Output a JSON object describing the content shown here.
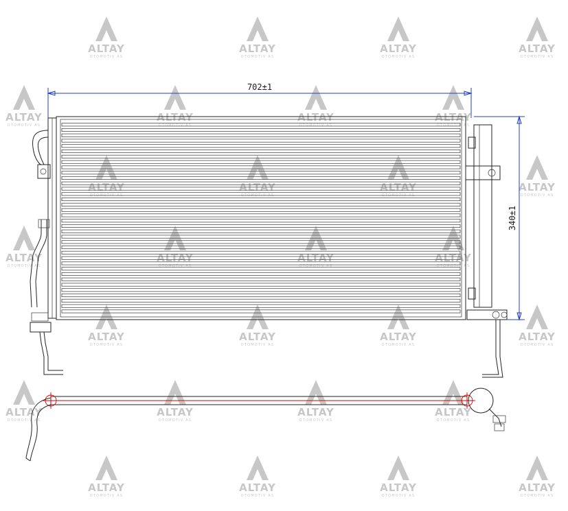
{
  "watermark": {
    "brand": "ALTAY",
    "subtitle": "OTOMOTIV AS",
    "color": "#9a9a9a"
  },
  "dimensions": {
    "width_label": "702±1",
    "height_label": "340±1",
    "line_color": "#1f3fbf",
    "centerline_color": "#d40000"
  },
  "core": {
    "tube_count": 36
  }
}
